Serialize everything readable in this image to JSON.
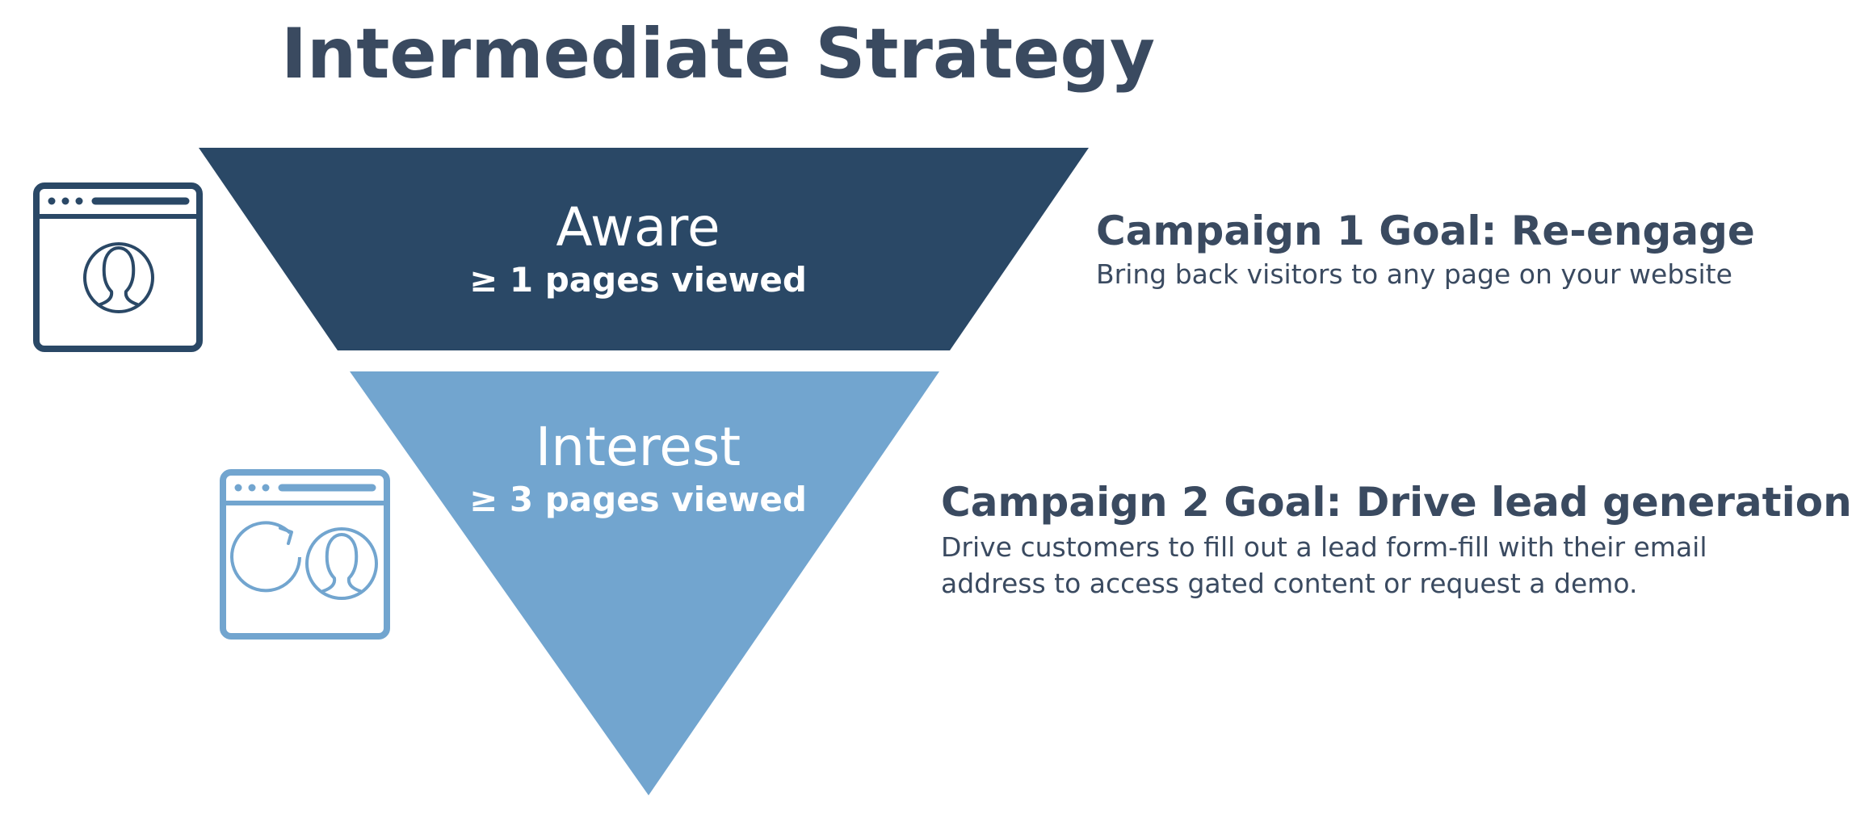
{
  "title": "Intermediate Strategy",
  "colors": {
    "title_text": "#3a4a60",
    "aware_fill": "#2a4866",
    "interest_fill": "#72a5cf",
    "stage_text": "#ffffff"
  },
  "funnel": {
    "stages": [
      {
        "name": "Aware",
        "metric": "≥ 1 pages viewed",
        "icon": "browser-window-user-icon"
      },
      {
        "name": "Interest",
        "metric": "≥ 3 pages viewed",
        "icon": "browser-window-returning-user-icon"
      }
    ]
  },
  "goals": [
    {
      "title": "Campaign 1 Goal: Re-engage",
      "description": "Bring back visitors to any page on your website"
    },
    {
      "title": "Campaign 2 Goal: Drive lead generation",
      "description": "Drive customers to fill out a lead form-fill with their email address to access gated content or request a demo."
    }
  ]
}
